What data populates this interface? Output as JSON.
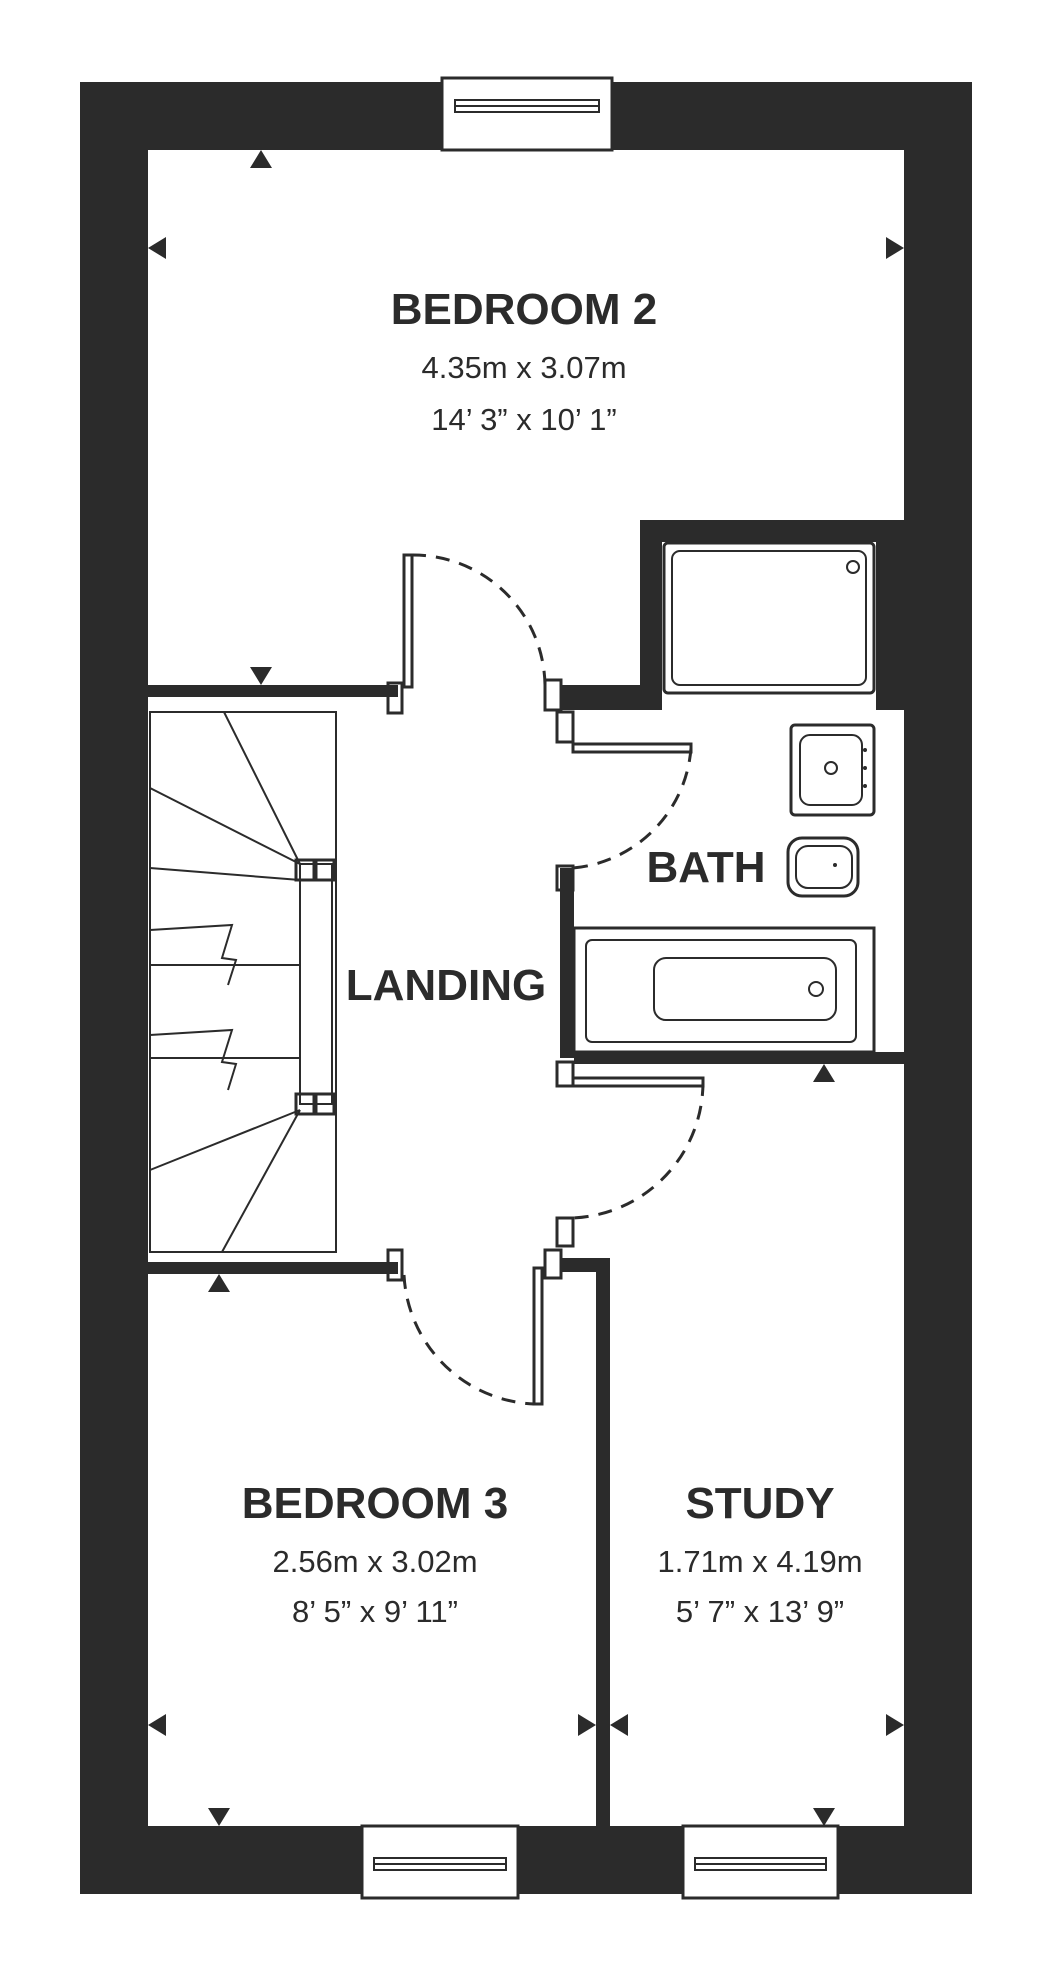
{
  "rooms": {
    "bedroom2": {
      "name": "BEDROOM 2",
      "metric": "4.35m x 3.07m",
      "imperial": "14’ 3” x 10’ 1”"
    },
    "bath": {
      "name": "BATH"
    },
    "landing": {
      "name": "LANDING"
    },
    "bedroom3": {
      "name": "BEDROOM 3",
      "metric": "2.56m x 3.02m",
      "imperial": "8’ 5” x 9’ 11”"
    },
    "study": {
      "name": "STUDY",
      "metric": "1.71m x 4.19m",
      "imperial": "5’ 7” x 13’ 9”"
    }
  },
  "colors": {
    "wall": "#2b2b2b",
    "background": "#ffffff"
  }
}
